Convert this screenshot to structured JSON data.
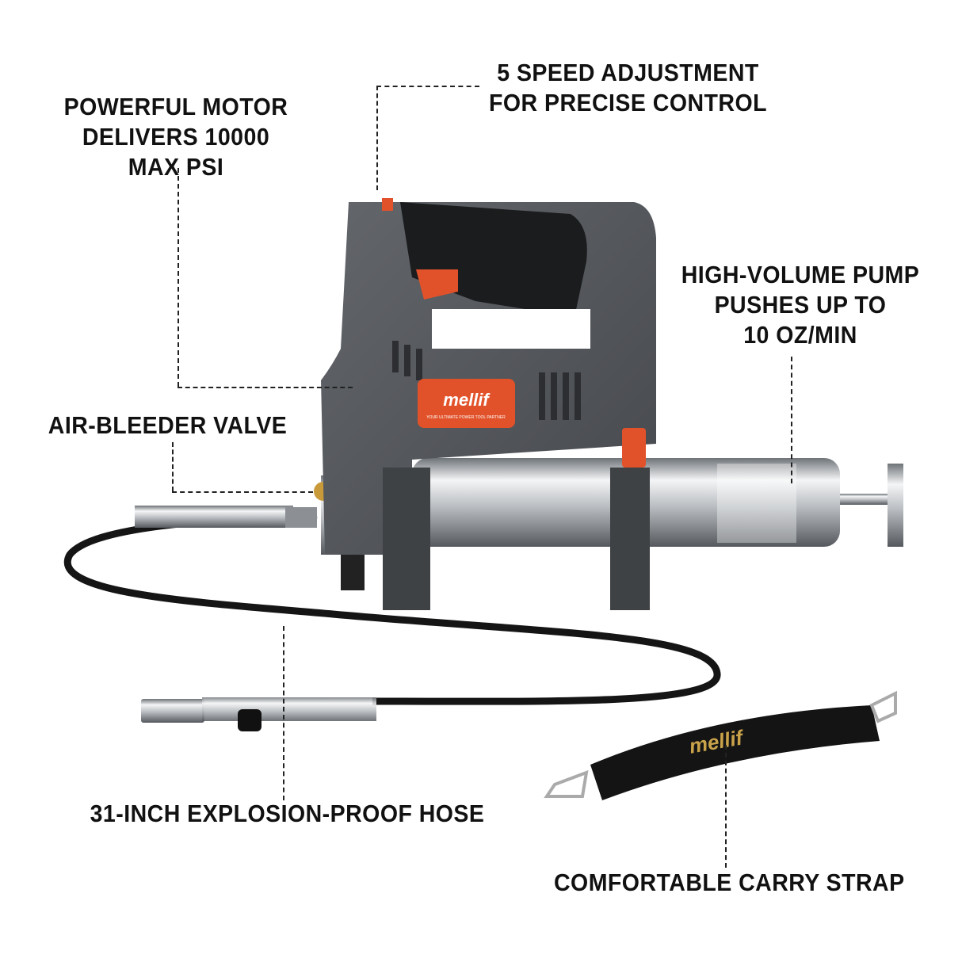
{
  "callouts": {
    "motor": [
      "POWERFUL MOTOR",
      "DELIVERS 10000",
      "MAX PSI"
    ],
    "speed": [
      "5 SPEED ADJUSTMENT",
      "FOR PRECISE CONTROL"
    ],
    "pump": [
      "HIGH-VOLUME PUMP",
      "PUSHES UP TO",
      "10 OZ/MIN"
    ],
    "valve": "AIR-BLEEDER VALVE",
    "hose": "31-INCH EXPLOSION-PROOF HOSE",
    "strap": "COMFORTABLE CARRY STRAP"
  },
  "product": {
    "brand_logo": "mellif",
    "tagline": "YOUR ULTIMATE POWER TOOL PARTNER"
  },
  "colors": {
    "body": "#55585d",
    "accent": "#e2522a",
    "text": "#111111",
    "strap_logo": "#c9a24a"
  }
}
